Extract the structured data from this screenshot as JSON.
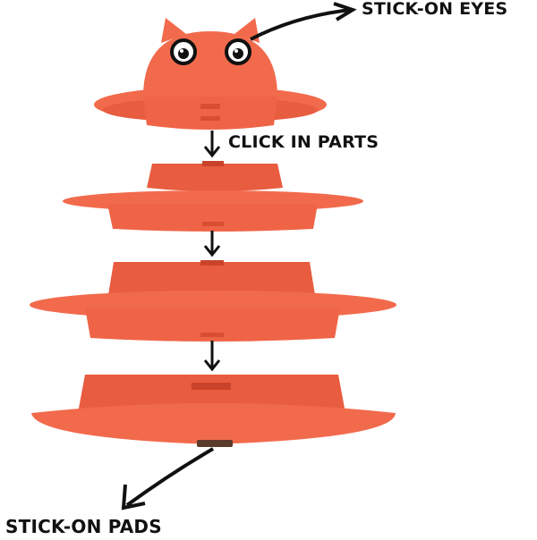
{
  "labels": {
    "eyes": "STICK-ON EYES",
    "click": "CLICK IN PARTS",
    "pads": "STICK-ON PADS"
  },
  "colors": {
    "toy_orange": "#f26a4c",
    "toy_shadow": "#d94e33",
    "arrow": "#111111"
  }
}
